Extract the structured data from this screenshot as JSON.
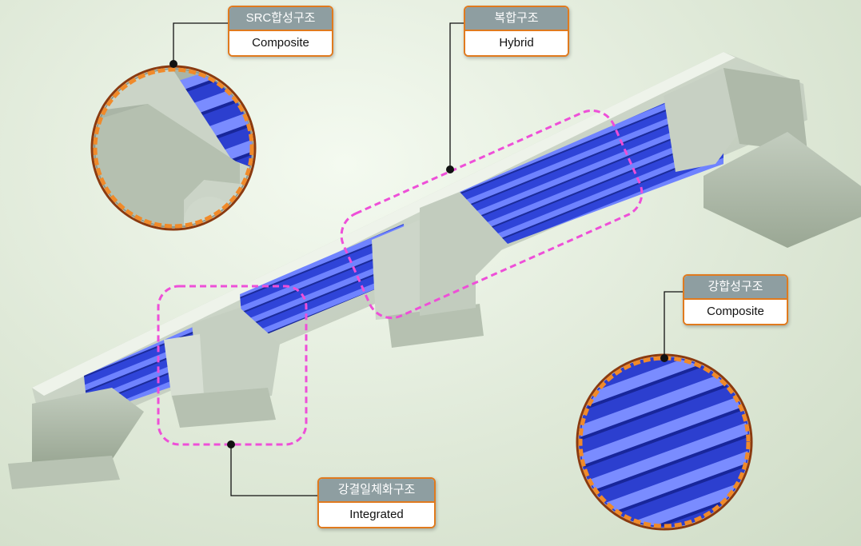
{
  "labels": {
    "src": {
      "korean": "SRC합성구조",
      "english": "Composite"
    },
    "hybrid": {
      "korean": "복합구조",
      "english": "Hybrid"
    },
    "steel": {
      "korean": "강합성구조",
      "english": "Composite"
    },
    "integrated": {
      "korean": "강결일체화구조",
      "english": "Integrated"
    }
  },
  "colors": {
    "concrete": "#c9d3c5",
    "girder": "#3b4fe0",
    "highlight_dash": "#ee4fd8",
    "callout_border": "#e07a1e",
    "label_header": "#8e9ea1"
  }
}
